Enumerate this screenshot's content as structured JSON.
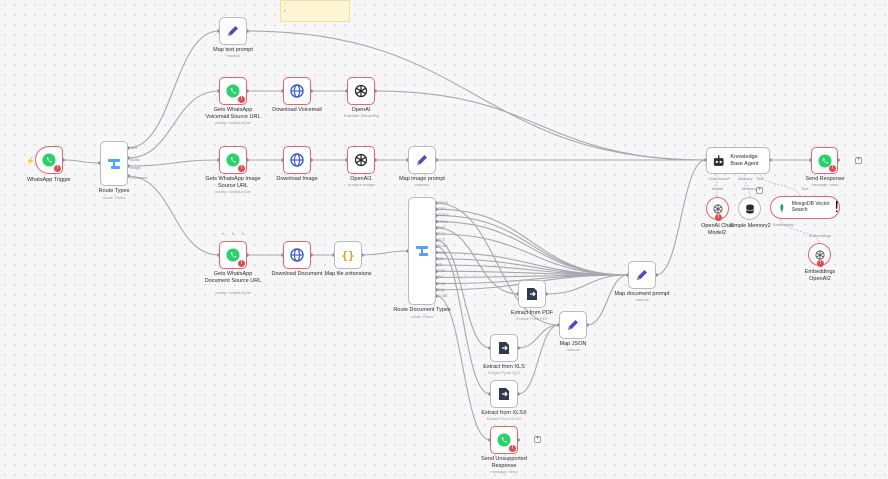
{
  "note": {
    "lines": [
      "7",
      "8"
    ]
  },
  "nodes": {
    "whatsapp_trigger": {
      "label": "WhatsApp Trigger"
    },
    "route_types": {
      "label": "Route Types",
      "sub": "mode: Rules",
      "branches": [
        "Text",
        "Audio",
        "Image",
        "Document"
      ]
    },
    "map_text_prompt": {
      "label": "Map text prompt",
      "sub": "manual"
    },
    "gets_voicemail": {
      "label": "Gets WhatsApp Voicemail Source URL",
      "sub": "media: mediaUrlGet"
    },
    "download_voicemail": {
      "label": "Download Voicemail"
    },
    "openai_transcribe": {
      "label": "OpenAI",
      "sub": "Translate Recording"
    },
    "gets_image": {
      "label": "Gets WhatsApp Image Source URL",
      "sub": "media: mediaUrlGet"
    },
    "download_image": {
      "label": "Download Image"
    },
    "openai_image": {
      "label": "OpenAI1",
      "sub": "Analyze Image"
    },
    "map_image_prompt": {
      "label": "Map image prompt",
      "sub": "manual"
    },
    "gets_document": {
      "label": "Gets WhatsApp Document Source URL",
      "sub": "media: mediaUrlGet"
    },
    "download_document": {
      "label": "Download Document"
    },
    "map_file_extensions": {
      "label": "Map file extensions"
    },
    "route_document_types": {
      "label": "Route Document Types",
      "sub": "mode: Rules",
      "branches": [
        "JSON",
        "CSV",
        "DOCX",
        "HTML",
        "PDF",
        "TXT",
        "XLS",
        "XLSX",
        "XML",
        "MD",
        "JS",
        "CSS",
        "PY",
        "PHP",
        "SQL",
        "ELSE"
      ]
    },
    "extract_pdf": {
      "label": "Extract from PDF",
      "sub": "Extract From PDF"
    },
    "map_json": {
      "label": "Map JSON",
      "sub": "manual"
    },
    "extract_xls": {
      "label": "Extract from XLS",
      "sub": "Extract From XLS"
    },
    "extract_xlsx": {
      "label": "Extract from XLSX",
      "sub": "Extract From XLSX"
    },
    "send_unsupported": {
      "label": "Send Unsupported Response",
      "sub": "message: send"
    },
    "map_document_prompt": {
      "label": "Map document prompt",
      "sub": "manual"
    },
    "knowledge_agent": {
      "label": "Knowledge Base Agent",
      "ports": [
        "Chat Model*",
        "Memory",
        "Tool"
      ]
    },
    "send_response": {
      "label": "Send Response",
      "sub": "message: send"
    },
    "openai_chat": {
      "label": "OpenAI Chat Model2",
      "port": "Model"
    },
    "simple_memory": {
      "label": "Simple Memory2",
      "port": "Memory"
    },
    "mongodb_vector": {
      "label": "MongoDB Vector Search",
      "port_top": "Tool",
      "port_bottom": "Embedding"
    },
    "embeddings": {
      "label": "Embeddings OpenAI2",
      "port": "Embeddings"
    }
  },
  "colors": {
    "whatsapp": "#25D366",
    "globe": "#3b5bdb",
    "pencil": "#4a4ac9",
    "switch": "#4da3ff",
    "error": "#e8646a",
    "code": "#e3a008",
    "extract": "#2f3a4f",
    "mongo": "#13aa52"
  }
}
